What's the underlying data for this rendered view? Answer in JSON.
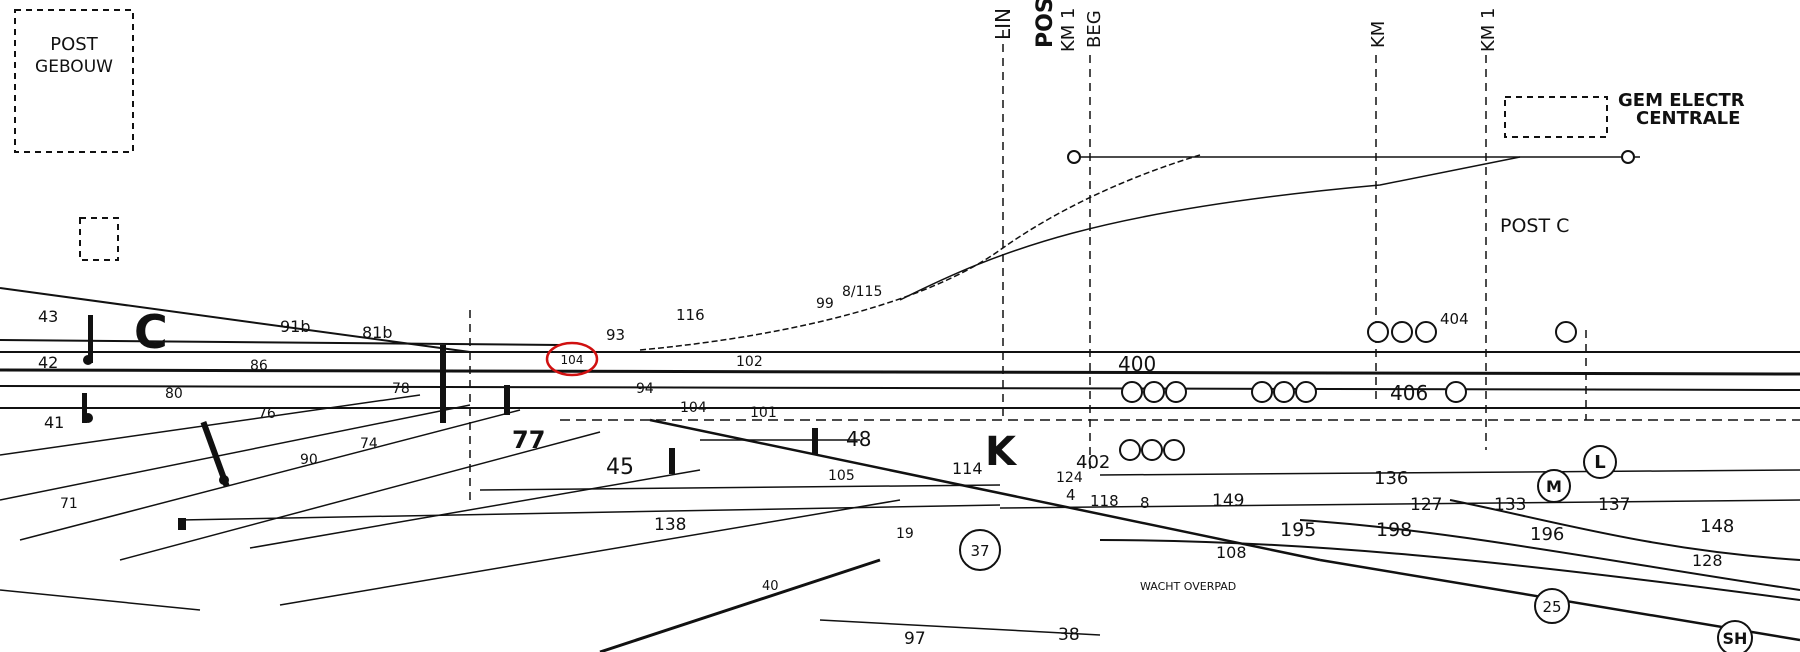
{
  "buildings": {
    "post_gebouw_line1": "POST",
    "post_gebouw_line2": "GEBOUW",
    "gem_line1": "GEM ELECTR",
    "gem_line2": "CENTRALE",
    "post_c": "POST C"
  },
  "header_labels": {
    "lin": "LIN",
    "pos": "POS",
    "km_a": "KM 1",
    "beg": "BEG",
    "km_b": "KM",
    "km_c": "KM 1"
  },
  "big_letters": {
    "c": "C",
    "k": "K",
    "l": "L",
    "m": "M",
    "sh": "SH"
  },
  "highlight": {
    "label": "104",
    "color": "#d01010"
  },
  "track_labels": {
    "n43": "43",
    "n42": "42",
    "n41": "41",
    "n91b": "91b",
    "n81b": "81b",
    "n86": "86",
    "n80": "80",
    "n78": "78",
    "n76": "76",
    "n74": "74",
    "n90": "90",
    "n71": "71",
    "n93": "93",
    "n116": "116",
    "n99": "99",
    "n8115": "8/115",
    "n102": "102",
    "n94": "94",
    "n104a": "104",
    "n101": "101",
    "n77": "77",
    "n45": "45",
    "n48": "48",
    "n114": "114",
    "n105": "105",
    "n124": "124",
    "n118": "118",
    "n400": "400",
    "n404": "404",
    "n406": "406",
    "n402": "402",
    "n136": "136",
    "n149": "149",
    "n127": "127",
    "n133": "133",
    "n137": "137",
    "n138": "138",
    "n195": "195",
    "n198": "198",
    "n196": "196",
    "n108": "108",
    "n148": "148",
    "n128": "128",
    "n37": "37",
    "n25": "25",
    "n97": "97",
    "n38": "38",
    "n19": "19",
    "n8": "8",
    "n4": "4",
    "n40": "40"
  },
  "notes": {
    "wacht": "WACHT OVERPAD"
  },
  "colors": {
    "ink": "#111111",
    "paper": "#ffffff",
    "highlight": "#d01010"
  }
}
